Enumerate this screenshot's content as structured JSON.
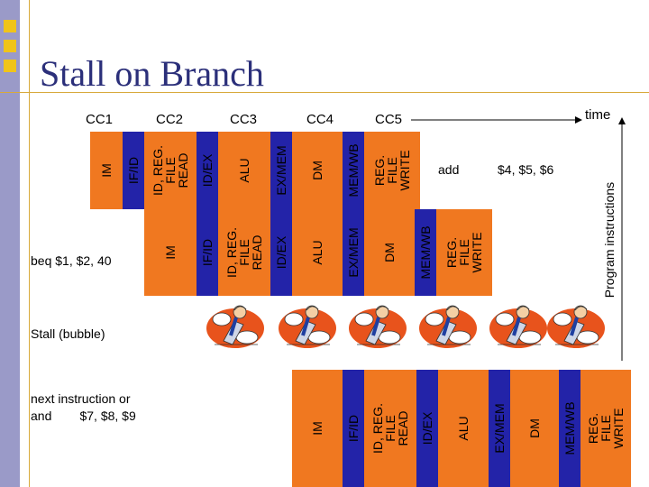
{
  "title": "Stall on Branch",
  "cc_labels": [
    "CC1",
    "CC2",
    "CC3",
    "CC4",
    "CC5"
  ],
  "time_label": "time",
  "axis_label": "Program instructions",
  "rows": {
    "add": {
      "label": "add",
      "operands": "$4, $5, $6",
      "stages": [
        "IM",
        "IF/ID",
        "ID, REG.\nFILE\nREAD",
        "ID/EX",
        "ALU",
        "EX/MEM",
        "DM",
        "MEM/WB",
        "REG.\nFILE\nWRITE"
      ]
    },
    "beq": {
      "label": "beq $1, $2, 40",
      "stages": [
        "IM",
        "IF/ID",
        "ID, REG.\nFILE\nREAD",
        "ID/EX",
        "ALU",
        "EX/MEM",
        "DM",
        "MEM/WB",
        "REG.\nFILE\nWRITE"
      ]
    },
    "stall": {
      "label": "Stall (bubble)"
    },
    "next": {
      "label_line1": "next instruction or",
      "label_line2": "and        $7, $8, $9",
      "stages": [
        "IM",
        "IF/ID",
        "ID, REG.\nFILE\nREAD",
        "ID/EX",
        "ALU",
        "EX/MEM",
        "DM",
        "MEM/WB",
        "REG.\nFILE\nWRITE"
      ]
    }
  },
  "colors": {
    "orange": "#f07820",
    "blue": "#2323a8",
    "title": "#2b2f7a",
    "sidebar": "#9a9ac8",
    "accent": "#f0c419"
  },
  "icons": {
    "bubble": "bubble-clipart-icon"
  }
}
